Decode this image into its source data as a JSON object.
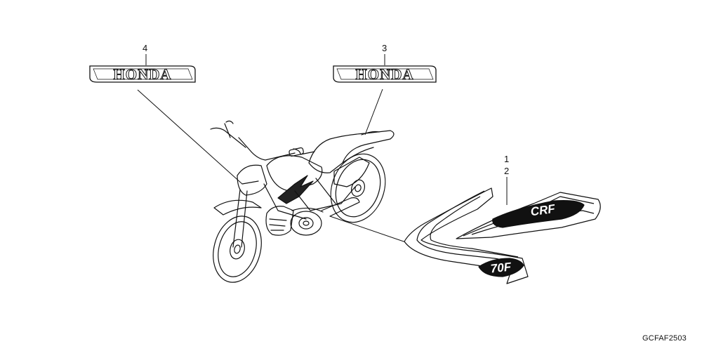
{
  "callouts": [
    {
      "id": "4",
      "label": "4"
    },
    {
      "id": "3",
      "label": "3"
    },
    {
      "id": "1",
      "label": "1"
    },
    {
      "id": "2",
      "label": "2"
    }
  ],
  "emblems": {
    "left": "HONDA",
    "right": "HONDA"
  },
  "stripe": {
    "upper_text": "CRF",
    "lower_text": "70F"
  },
  "diagram_code": "GCFAF2503"
}
